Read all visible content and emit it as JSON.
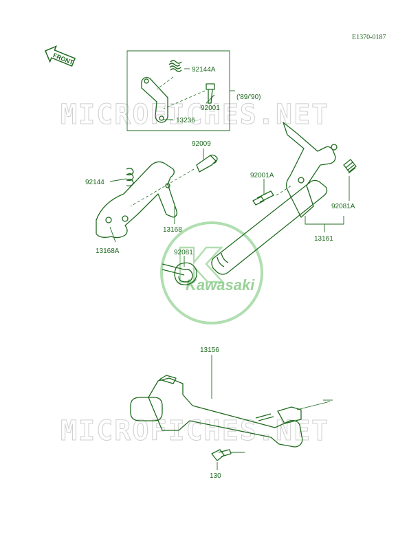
{
  "diagram_code": "E1370-0187",
  "front_badge": "FRONT",
  "inset_note": "('89/'90)",
  "watermark": "MICROFICHES.NET",
  "logo_text": "Kawasaki",
  "colors": {
    "ink": "#1f6a1f",
    "watermark": "#cfcfcf",
    "logo": "#6fbf6f"
  },
  "parts": [
    {
      "number": "92144A"
    },
    {
      "number": "92001"
    },
    {
      "number": "13236"
    },
    {
      "number": "92009"
    },
    {
      "number": "92144"
    },
    {
      "number": "13168"
    },
    {
      "number": "13168A"
    },
    {
      "number": "92001A"
    },
    {
      "number": "92081A"
    },
    {
      "number": "13161"
    },
    {
      "number": "92081"
    },
    {
      "number": "13156"
    },
    {
      "number": "130"
    }
  ]
}
